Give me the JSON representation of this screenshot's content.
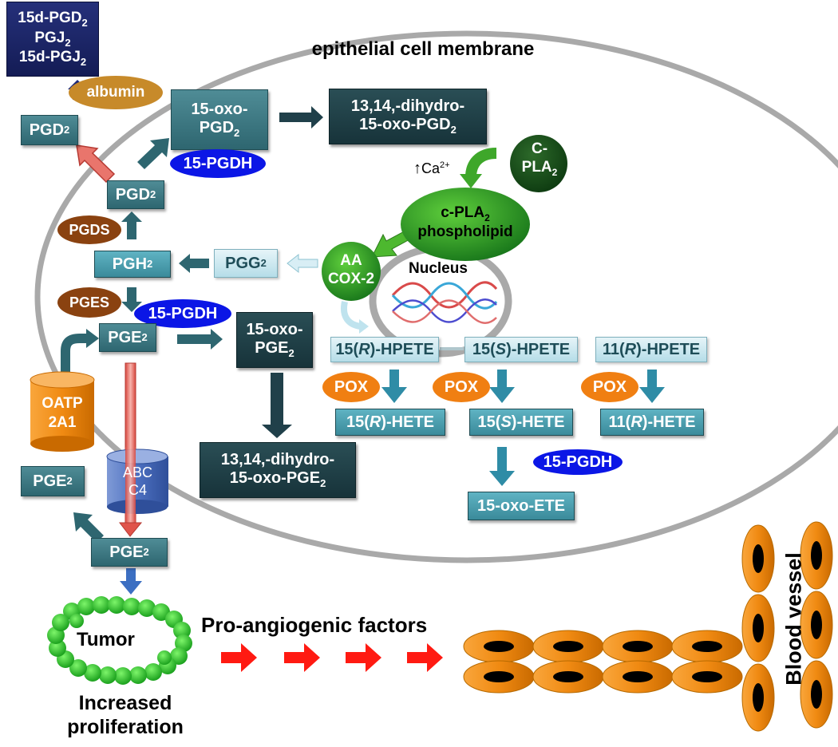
{
  "title": "epithelial cell membrane",
  "top_box": [
    "15d-PGD",
    "PGJ",
    "15d-PGJ"
  ],
  "albumin": "albumin",
  "pgd2": "PGD",
  "pgh2": "PGH",
  "pgg2": "PGG",
  "pge2": "PGE",
  "pgds": "PGDS",
  "pges": "PGES",
  "oxo_pgd2": [
    "15-oxo-",
    "PGD"
  ],
  "dihydro_pgd2": [
    "13,14,-dihydro-",
    "15-oxo-PGD"
  ],
  "oxo_pge2": [
    "15-oxo-",
    "PGE"
  ],
  "dihydro_pge2": [
    "13,14,-dihydro-",
    "15-oxo-PGE"
  ],
  "pgdh": "15-PGDH",
  "sub2": "2",
  "ca": "Ca",
  "ca_sup": "2+",
  "cpla2": [
    "C-",
    "PLA"
  ],
  "cpla2_phospholipid": [
    "c-PLA",
    "phospholipid"
  ],
  "aa_cox2": [
    "AA",
    "COX-2"
  ],
  "nucleus": "Nucleus",
  "hpete": [
    {
      "pre": "15(",
      "letter": "R",
      "post": ")-HPETE"
    },
    {
      "pre": "15(",
      "letter": "S",
      "post": ")-HPETE"
    },
    {
      "pre": "11(",
      "letter": "R",
      "post": ")-HPETE"
    }
  ],
  "hete": [
    {
      "pre": "15(",
      "letter": "R",
      "post": ")-HETE"
    },
    {
      "pre": "15(",
      "letter": "S",
      "post": ")-HETE"
    },
    {
      "pre": "11(",
      "letter": "R",
      "post": ")-HETE"
    }
  ],
  "pox": "POX",
  "oxo_ete": "15-oxo-ETE",
  "oatp": [
    "OATP",
    "2A1"
  ],
  "abc": [
    "ABC",
    "C4"
  ],
  "tumor": "Tumor",
  "increased": "Increased",
  "proliferation": "proliferation",
  "pro_angiogenic": "Pro-angiogenic factors",
  "blood_vessel": "Blood vessel"
}
